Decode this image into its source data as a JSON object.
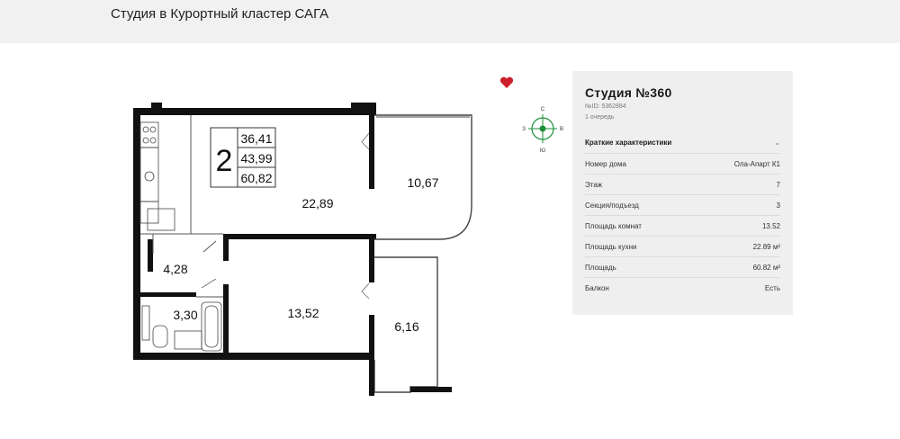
{
  "header": {
    "title": "Студия в Курортный кластер САГА"
  },
  "plan": {
    "room_count": "2",
    "areas_box": [
      "36,41",
      "43,99",
      "60,82"
    ],
    "rooms": {
      "kitchen": "22,89",
      "loggia_top": "10,67",
      "hall": "4,28",
      "bath": "3,30",
      "bedroom": "13,52",
      "balcony": "6,16"
    }
  },
  "compass": {
    "n": "С",
    "s": "Ю",
    "w": "З",
    "e": "В"
  },
  "card": {
    "title": "Студия №360",
    "id": "№ID: 5362884",
    "queue": "1 очередь",
    "section_title": "Краткие характеристики",
    "rows": [
      {
        "label": "Номер дома",
        "value": "Ола-Апарт К1"
      },
      {
        "label": "Этаж",
        "value": "7"
      },
      {
        "label": "Секция/подъезд",
        "value": "3"
      },
      {
        "label": "Площадь комнат",
        "value": "13.52"
      },
      {
        "label": "Площадь кухни",
        "value": "22.89 м²"
      },
      {
        "label": "Площадь",
        "value": "60.82 м²"
      },
      {
        "label": "Балкон",
        "value": "Есть"
      }
    ]
  },
  "colors": {
    "accent_green": "#1f8f3a",
    "heart_red": "#cc1f2b",
    "card_bg": "#efefef"
  }
}
